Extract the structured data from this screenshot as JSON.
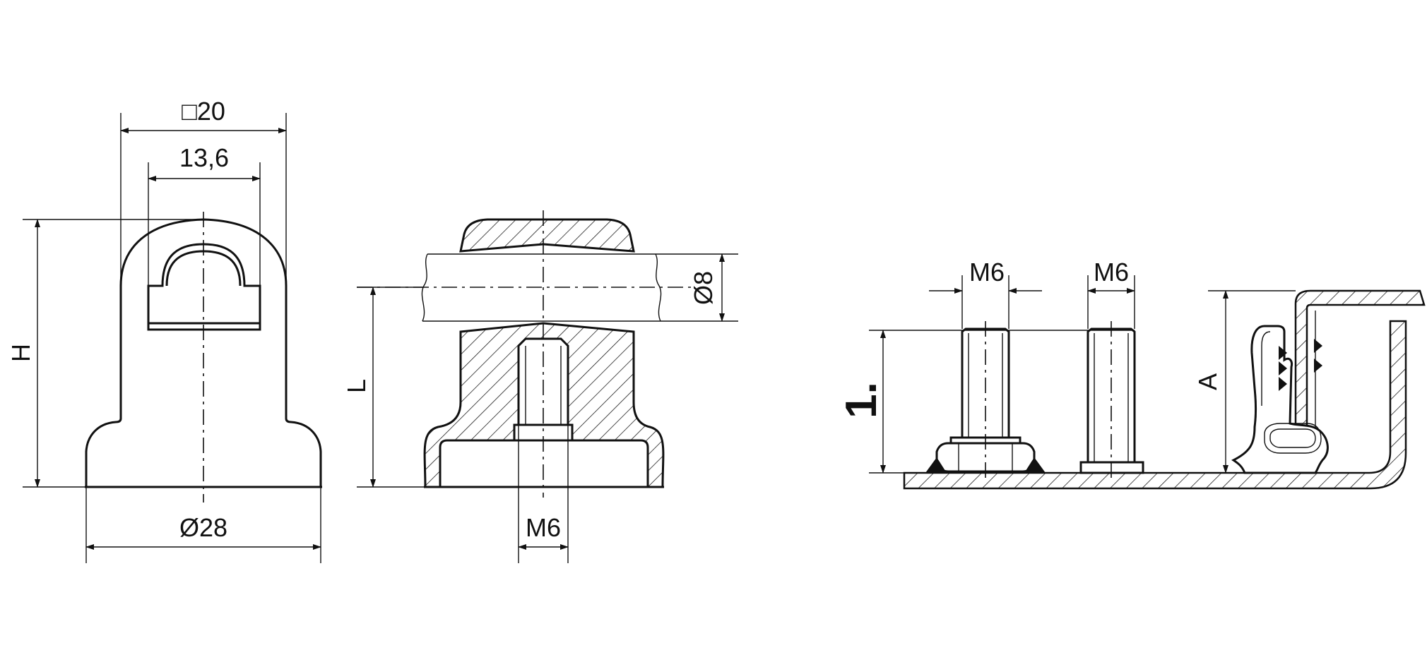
{
  "labels": {
    "square_width": "□20",
    "slot_width": "13,6",
    "height": "H",
    "base_diameter": "Ø28",
    "length": "L",
    "pin_diameter": "Ø8",
    "thread_section": "M6",
    "thread_stud_1": "M6",
    "thread_stud_2": "M6",
    "step_marker": "1.",
    "dimension_a": "A"
  },
  "colors": {
    "line": "#111111",
    "background": "#ffffff"
  }
}
